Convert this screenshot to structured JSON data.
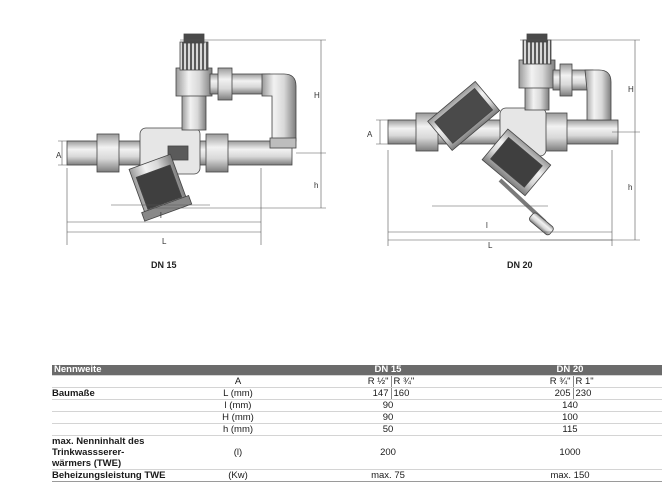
{
  "figures": {
    "dn15": {
      "caption": "DN 15",
      "dims": {
        "H": "H",
        "h": "h",
        "A": "A",
        "L": "L",
        "l": "l"
      }
    },
    "dn20": {
      "caption": "DN 20",
      "dims": {
        "H": "H",
        "h": "h",
        "A": "A",
        "L": "L",
        "l": "l"
      }
    }
  },
  "table": {
    "header": {
      "label": "Nennweite",
      "col_dn15": "DN 15",
      "col_dn20": "DN 20"
    },
    "group_label": "Baumaße",
    "rows": {
      "A": {
        "unit": "A",
        "dn15": [
          "R ½\"",
          "R ¾\""
        ],
        "dn20": [
          "R ¾\"",
          "R 1\""
        ]
      },
      "L": {
        "unit": "L (mm)",
        "dn15": [
          "147",
          "160"
        ],
        "dn20": [
          "205",
          "230"
        ]
      },
      "l": {
        "unit": "l (mm)",
        "dn15": "90",
        "dn20": "140"
      },
      "H": {
        "unit": "H (mm)",
        "dn15": "90",
        "dn20": "100"
      },
      "h": {
        "unit": "h (mm)",
        "dn15": "50",
        "dn20": "115"
      }
    },
    "volume": {
      "label_line1": "max. Nenninhalt des",
      "label_line2": "Trinkwassserer-",
      "label_line3": "wärmers (TWE)",
      "unit": "(l)",
      "dn15": "200",
      "dn20": "1000"
    },
    "power": {
      "label": "Beheizungsleistung TWE",
      "unit": "(Kw)",
      "dn15": "max. 75",
      "dn20": "max. 150"
    }
  }
}
